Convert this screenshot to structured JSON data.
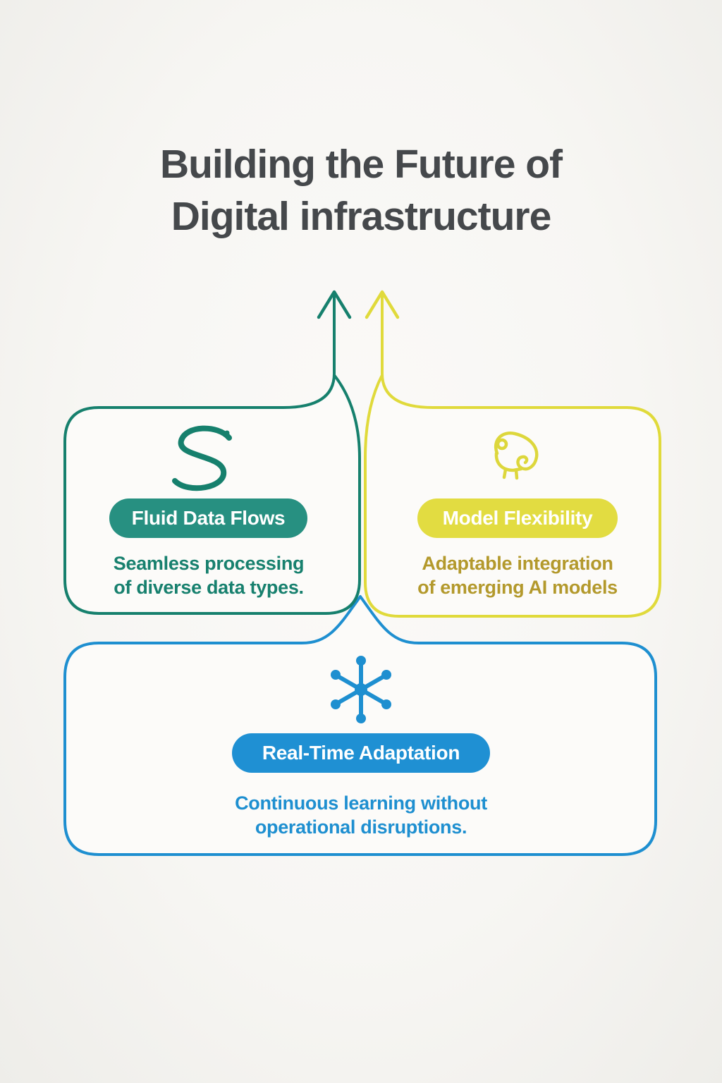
{
  "title": "Building the Future of\nDigital infrastructure",
  "cards": {
    "fluid_data_flows": {
      "badge": "Fluid Data Flows",
      "description": "Seamless processing\nof diverse data types.",
      "icon": "eel-icon",
      "outline_color": "#16806d",
      "badge_color": "#279081",
      "text_color": "#17806e"
    },
    "model_flexibility": {
      "badge": "Model Flexibility",
      "description": "Adaptable integration\nof emerging AI models",
      "icon": "chameleon-icon",
      "outline_color": "#e0da3b",
      "badge_color": "#e2dc41",
      "text_color": "#b3992c"
    },
    "real_time_adaptation": {
      "badge": "Real-Time Adaptation",
      "description": "Continuous learning without\noperational disruptions.",
      "icon": "network-nodes-icon",
      "outline_color": "#1e8fd0",
      "badge_color": "#1f90d3",
      "text_color": "#1e8fd0"
    }
  },
  "colors": {
    "background": "#f7f6f3",
    "title_text": "#45484b",
    "card_fill": "#fcfbf9"
  }
}
